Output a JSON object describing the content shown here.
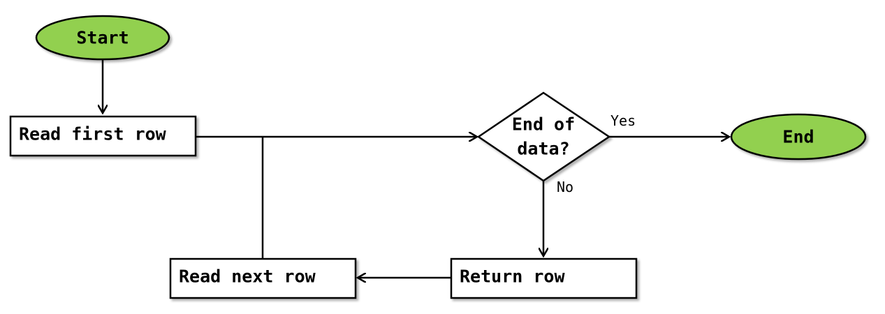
{
  "colors": {
    "terminal_fill": "#92d050",
    "box_fill": "#ffffff",
    "stroke": "#000000"
  },
  "nodes": {
    "start": "Start",
    "read_first_row": "Read first row",
    "decision_line1": "End of",
    "decision_line2": "data?",
    "end": "End",
    "return_row": "Return row",
    "read_next_row": "Read next row"
  },
  "edges": {
    "yes": "Yes",
    "no": "No"
  }
}
